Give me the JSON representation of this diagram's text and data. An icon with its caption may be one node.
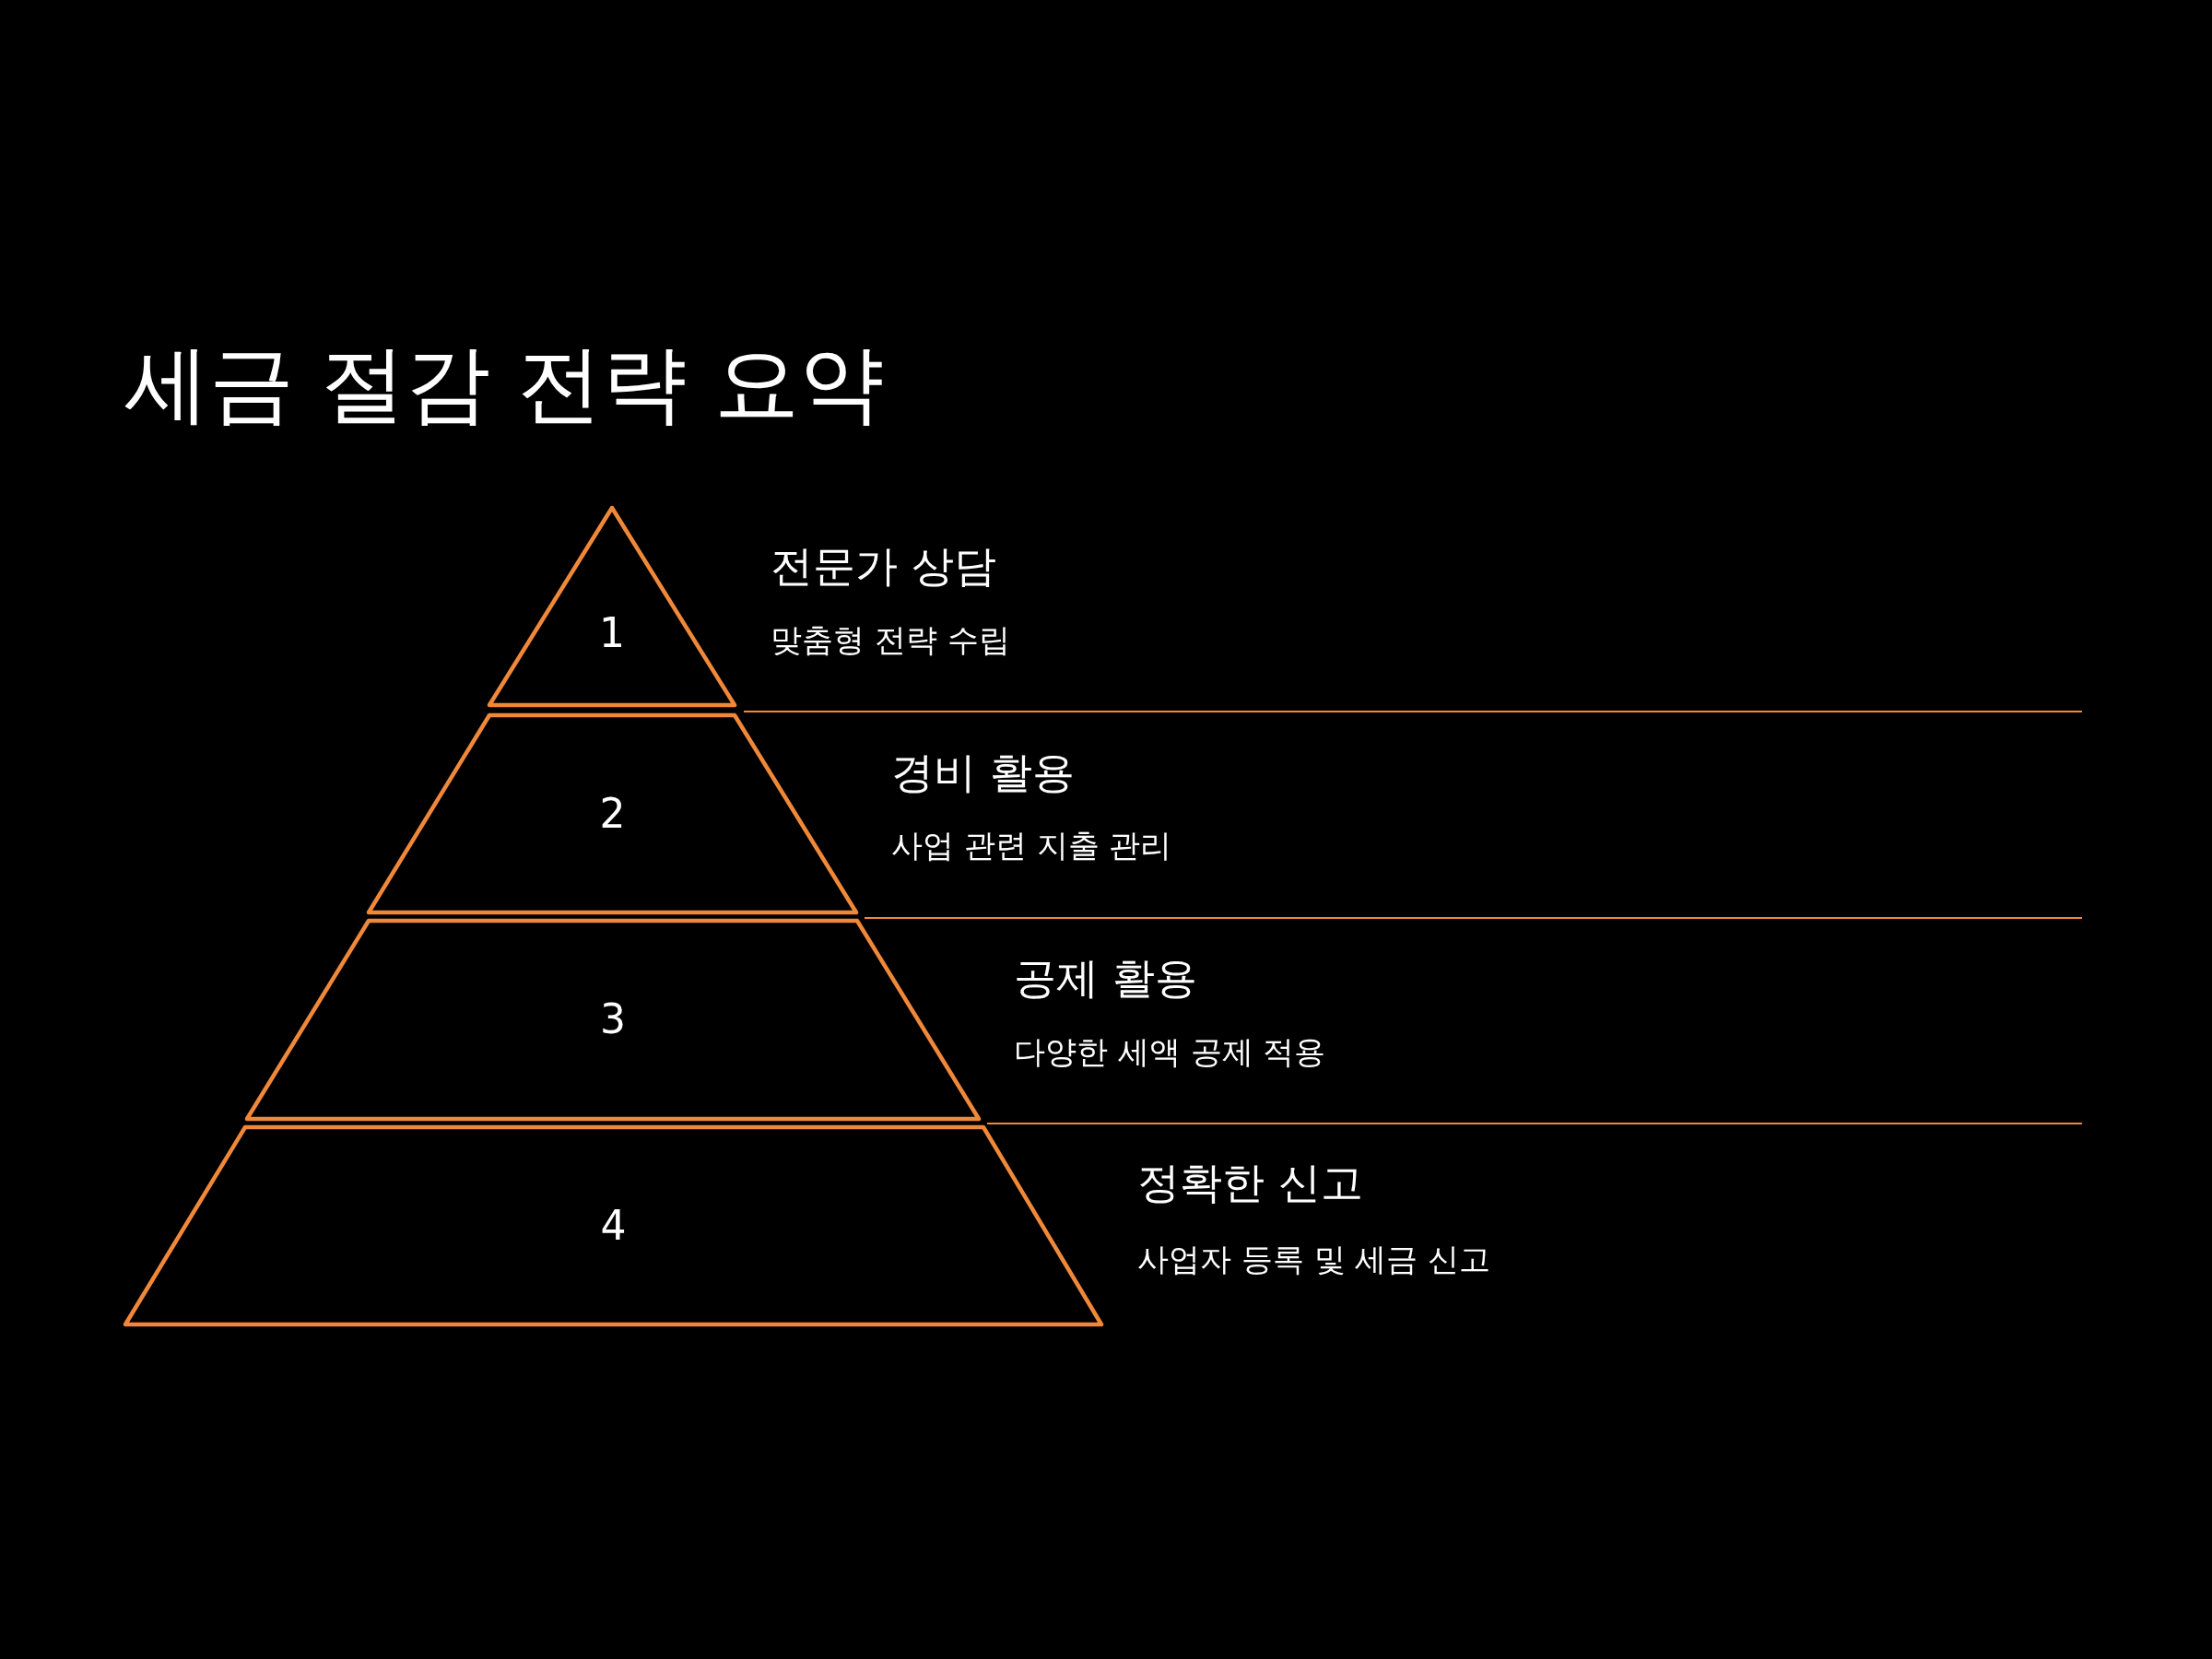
{
  "diagram": {
    "title": "세금 절감 전략 요약",
    "nodes": [
      {
        "text": [
          "1"
        ],
        "beside": [
          "전문가 상담",
          "맞춤형 전략 수립"
        ]
      },
      {
        "text": [
          "2"
        ],
        "beside": [
          "경비 활용",
          "사업 관련 지출 관리"
        ]
      },
      {
        "text": [
          "3"
        ],
        "beside": [
          "공제 활용",
          "다양한 세액 공제 적용"
        ]
      },
      {
        "text": [
          "4"
        ],
        "beside": [
          "정확한 신고",
          "사업자 등록 및 세금 신고"
        ]
      }
    ]
  }
}
